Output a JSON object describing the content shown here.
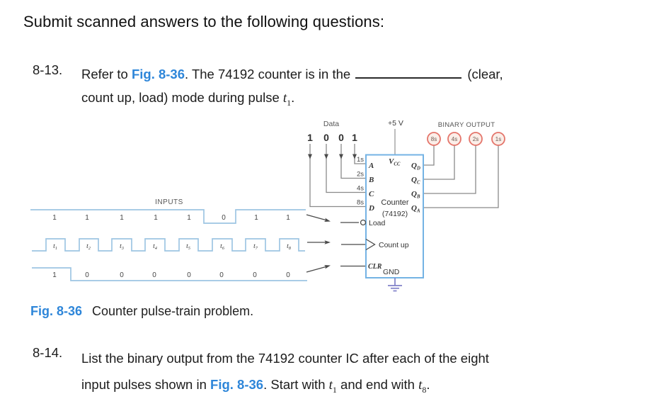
{
  "header": {
    "title": "Submit scanned answers to the following questions:"
  },
  "questions": {
    "q13": {
      "number": "8-13.",
      "seg_refer": "Refer to ",
      "fig_link": "Fig. 8-36",
      "seg_counter": ". The 74192 counter is in the ",
      "seg_clear": "(clear,",
      "line2_seg": "count up, load) mode during pulse ",
      "pulse_var": {
        "base": "t",
        "sub": "1"
      },
      "line2_end": "."
    },
    "q14": {
      "number": "8-14.",
      "line1": "List the binary output from the 74192 counter IC after each of the eight",
      "line2_seg1": "input pulses shown in ",
      "fig_link": "Fig. 8-36",
      "line2_seg2": ". Start with ",
      "var_start": {
        "base": "t",
        "sub": "1"
      },
      "line2_seg3": " and end with ",
      "var_end": {
        "base": "t",
        "sub": "8"
      },
      "line2_end": "."
    }
  },
  "figure": {
    "caption_label": "Fig. 8-36",
    "caption_text": "Counter pulse-train problem.",
    "diagram": {
      "data_label": "Data",
      "data_bits": [
        "1",
        "0",
        "0",
        "1"
      ],
      "supply_label": "+5 V",
      "binary_output_label": "BINARY OUTPUT",
      "output_circles": [
        "8s",
        "4s",
        "2s",
        "1s"
      ],
      "weight_labels": [
        "1s",
        "2s",
        "4s",
        "8s"
      ],
      "pin_letters": [
        "A",
        "B",
        "C",
        "D"
      ],
      "vcc_pin": {
        "base": "V",
        "sub": "CC"
      },
      "q_pins": [
        {
          "base": "Q",
          "sub": "D"
        },
        {
          "base": "Q",
          "sub": "C"
        },
        {
          "base": "Q",
          "sub": "B"
        },
        {
          "base": "Q",
          "sub": "A"
        }
      ],
      "chip_line1": "Counter",
      "chip_line2": "(74192)",
      "load_label": "Load",
      "count_up_label": "Count up",
      "clr_label": "CLR",
      "gnd_label": "GND",
      "inputs_label": "INPUTS",
      "load_waveform_values": [
        "1",
        "1",
        "1",
        "1",
        "1",
        "0",
        "1",
        "1"
      ],
      "clock_labels": [
        {
          "base": "t",
          "sub": "1"
        },
        {
          "base": "t",
          "sub": "2"
        },
        {
          "base": "t",
          "sub": "3"
        },
        {
          "base": "t",
          "sub": "4"
        },
        {
          "base": "t",
          "sub": "5"
        },
        {
          "base": "t",
          "sub": "6"
        },
        {
          "base": "t",
          "sub": "7"
        },
        {
          "base": "t",
          "sub": "8"
        }
      ],
      "clear_waveform_values": [
        "1",
        "0",
        "0",
        "0",
        "0",
        "0",
        "0",
        "0"
      ]
    }
  },
  "colors": {
    "link_blue": "#2e86d9",
    "waveform_blue": "#9dc5e3",
    "chip_border": "#74b3e4",
    "circle_red": "#e4756b",
    "circle_fill": "#fbeee8",
    "wire_gray": "#8a8a8a",
    "arrow_dark": "#4a4a4a",
    "ground_purple": "#8080c8"
  }
}
